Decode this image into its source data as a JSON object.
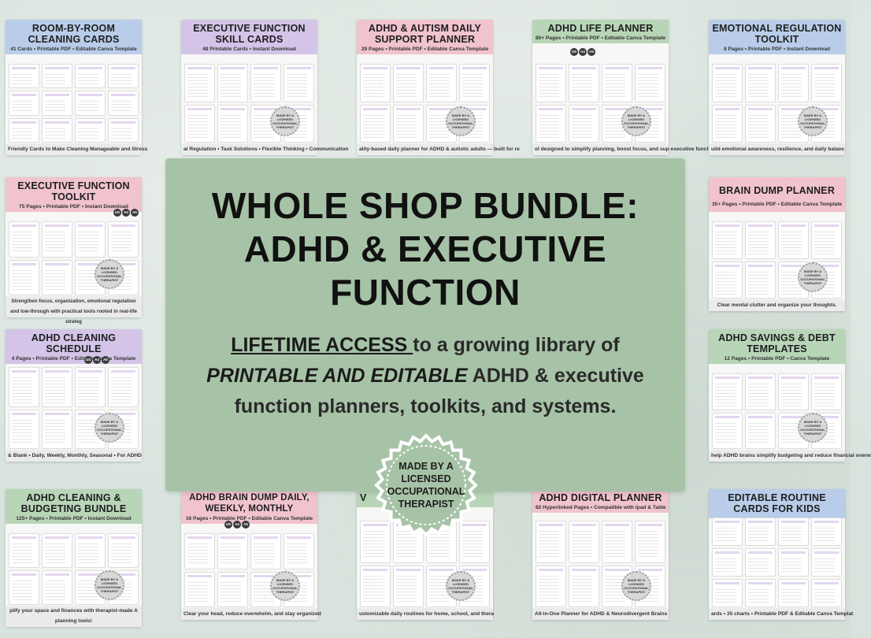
{
  "hero": {
    "title_line1": "WHOLE SHOP BUNDLE:",
    "title_line2": "ADHD & EXECUTIVE",
    "title_line3": "FUNCTION",
    "lead_underlined": "LIFETIME ACCESS ",
    "lead_text1": "to a growing library of",
    "lead_italic": "PRINTABLE AND EDITABLE",
    "lead_text2": " ADHD & executive",
    "lead_text3": "function planners, toolkits, and systems.",
    "seal_text": "MADE BY A LICENSED OCCUPATIONAL THERAPIST",
    "background_color": "#a7c3a7"
  },
  "badge_text": "MADE BY A LICENSED OCCUPATIONAL THERAPIST",
  "size_tabs": [
    "US",
    "A4",
    "A5"
  ],
  "products": [
    {
      "title": "ROOM-BY-ROOM CLEANING CARDS",
      "sub": "41 Cards • Printable PDF • Editable Canva Template",
      "foot": "Friendly Cards to Make Cleaning Manageable and Stress",
      "color": "#b9cdea"
    },
    {
      "title": "EXECUTIVE FUNCTION SKILL CARDS",
      "sub": "48 Printable Cards • Instant Download",
      "foot": "al Regulation • Task Solutions • Flexible Thinking • Communication",
      "color": "#d3c4e8"
    },
    {
      "title": "ADHD & AUTISM DAILY SUPPORT PLANNER",
      "sub": "29 Pages • Printable PDF • Editable Canva Template",
      "foot": "ality-based daily planner for ADHD & autistic adults — built for re",
      "color": "#f0c3cf"
    },
    {
      "title": "ADHD LIFE PLANNER",
      "sub": "80+ Pages • Printable PDF • Editable Canva Template",
      "foot": "ol designed to simplify planning, boost focus, and sup executive function!",
      "color": "#b8d5b8"
    },
    {
      "title": "EMOTIONAL REGULATION TOOLKIT",
      "sub": "8 Pages • Printable PDF • Instant Download",
      "foot": "uild emotional awareness, resilience, and daily balanc",
      "color": "#b9cdea"
    },
    {
      "title": "EXECUTIVE FUNCTION TOOLKIT",
      "sub": "75 Pages • Printable PDF • Instant Download",
      "foot": "Strengthen focus, organization, emotional regulation and low-through with practical tools rooted in real-life strateg",
      "color": "#f0c3cf"
    },
    {
      "title": "BRAIN DUMP PLANNER",
      "sub": "35+ Pages • Printable PDF • Editable Canva Template",
      "foot": "Clear mental clutter and organize your thoughts.",
      "color": "#f0c3cf"
    },
    {
      "title": "ADHD CLEANING SCHEDULE",
      "sub": "4 Pages • Printable PDF • Editable Canva Template",
      "foot": "& Blank • Daily, Weekly, Monthly, Seasonal • For ADHD",
      "color": "#d3c4e8"
    },
    {
      "title": "ADHD SAVINGS & DEBT TEMPLATES",
      "sub": "12 Pages • Printable PDF • Canva Template",
      "foot": "help ADHD brains simplify budgeting and reduce financial overw",
      "color": "#b8d5b8"
    },
    {
      "title": "ADHD CLEANING & BUDGETING BUNDLE",
      "sub": "125+ Pages • Printable PDF • Instant Download",
      "foot": "plify your space and finances with therapist-made A planning tools!",
      "color": "#b8d5b8"
    },
    {
      "title": "ADHD BRAIN DUMP DAILY, WEEKLY, MONTHLY",
      "sub": "16 Pages • Printable PDF • Editable Canva Template",
      "foot": "Clear your head, reduce overwhelm, and stay organized",
      "color": "#f0c3cf"
    },
    {
      "title": "V",
      "sub": "",
      "foot": "ustomizable daily routines for home, school, and thera",
      "color": "#b8d5b8"
    },
    {
      "title": "ADHD DIGITAL PLANNER",
      "sub": "82 Hyperlinked Pages • Compatible with Ipad & Table",
      "foot": "All-in-One Planner for ADHD & Neurodivergent Brains",
      "color": "#f0c3cf"
    },
    {
      "title": "EDITABLE ROUTINE CARDS FOR KIDS",
      "sub": "",
      "foot": "ards • 35 charts • Printable PDF & Editable Canva Templat",
      "color": "#b9cdea"
    }
  ]
}
